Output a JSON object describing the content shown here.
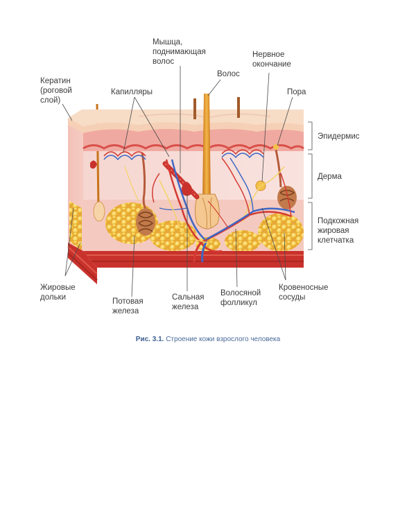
{
  "labels": {
    "keratin": [
      "Кератин",
      "(роговой",
      "слой)"
    ],
    "capillaries": "Капилляры",
    "muscle": [
      "Мышца,",
      "поднимающая",
      "волос"
    ],
    "hair": "Волос",
    "nerve": [
      "Нервное",
      "окончание"
    ],
    "pore": "Пора",
    "epidermis": "Эпидермис",
    "dermis": "Дерма",
    "subcutaneous": [
      "Подкожная",
      "жировая",
      "клетчатка"
    ],
    "fat_lobules": [
      "Жировые",
      "дольки"
    ],
    "sweat_gland": [
      "Потовая",
      "железа"
    ],
    "sebaceous_gland": [
      "Сальная",
      "железа"
    ],
    "hair_follicle": [
      "Волосяной",
      "фолликул"
    ],
    "blood_vessels": [
      "Кровеносные",
      "сосуды"
    ]
  },
  "caption": {
    "number": "Рис. 3.1.",
    "text": "Строение кожи взрослого человека"
  }
}
